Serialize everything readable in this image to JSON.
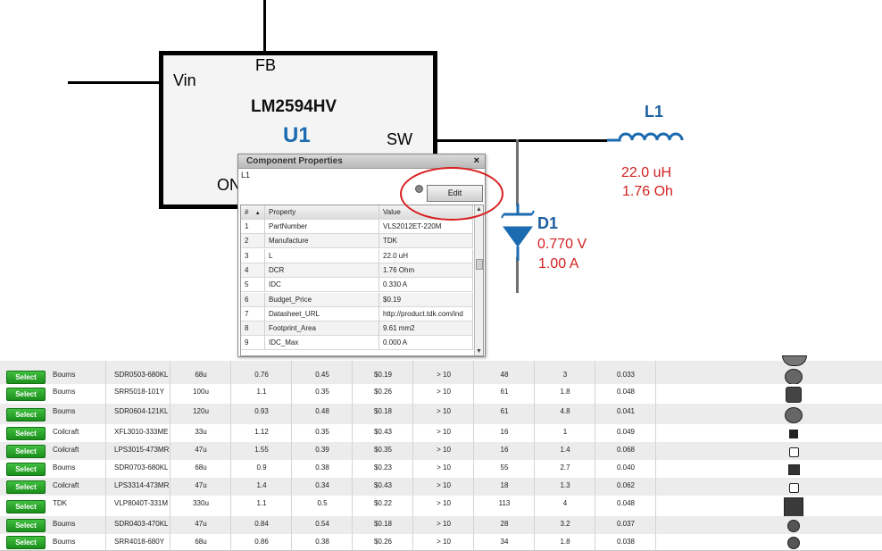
{
  "schematic": {
    "ic": {
      "part_number": "LM2594HV",
      "ref": "U1",
      "pins": {
        "vin": "Vin",
        "fb": "FB",
        "sw": "SW",
        "on": "ON"
      }
    },
    "inductor": {
      "ref": "L1",
      "value": "22.0 uH",
      "dcr": "1.76 Oh"
    },
    "diode": {
      "ref": "D1",
      "voltage": "0.770 V",
      "current": "1.00 A"
    },
    "colors": {
      "label_blue": "#1b6bb0",
      "value_red": "#d32020",
      "highlight": "#d92020"
    }
  },
  "dialog": {
    "title": "Component Properties",
    "close": "×",
    "subtitle": "L1",
    "edit_button": "Edit",
    "columns": {
      "num": "#",
      "sort": "▲",
      "property": "Property",
      "value": "Value"
    },
    "rows": [
      {
        "num": "1",
        "property": "PartNumber",
        "value": "VLS2012ET-220M"
      },
      {
        "num": "2",
        "property": "Manufacture",
        "value": "TDK"
      },
      {
        "num": "3",
        "property": "L",
        "value": "22.0 uH"
      },
      {
        "num": "4",
        "property": "DCR",
        "value": "1.76 Ohm"
      },
      {
        "num": "5",
        "property": "IDC",
        "value": "0.330 A"
      },
      {
        "num": "6",
        "property": "Budget_Price",
        "value": "$0.19"
      },
      {
        "num": "7",
        "property": "Datasheet_URL",
        "value": "http://product.tdk.com/ind"
      },
      {
        "num": "8",
        "property": "Footprint_Area",
        "value": "9.61 mm2"
      },
      {
        "num": "9",
        "property": "IDC_Max",
        "value": "0.000 A"
      }
    ]
  },
  "results": {
    "select_label": "Select",
    "rows": [
      {
        "mfr": "Bourns",
        "part": "SDR0503-680KL",
        "l": "68u",
        "c1": "0.76",
        "c2": "0.45",
        "price": "$0.19",
        "c3": "> 10",
        "c4": "48",
        "c5": "3",
        "c6": "0.033",
        "pkg": "round"
      },
      {
        "mfr": "Bourns",
        "part": "SRR5018-101Y",
        "l": "100u",
        "c1": "1.1",
        "c2": "0.35",
        "price": "$0.26",
        "c3": "> 10",
        "c4": "61",
        "c5": "1.8",
        "c6": "0.048",
        "pkg": "square"
      },
      {
        "mfr": "Bourns",
        "part": "SDR0604-121KL",
        "l": "120u",
        "c1": "0.93",
        "c2": "0.48",
        "price": "$0.18",
        "c3": "> 10",
        "c4": "61",
        "c5": "4.8",
        "c6": "0.041",
        "pkg": "round"
      },
      {
        "mfr": "Coilcraft",
        "part": "XFL3010-333ME",
        "l": "33u",
        "c1": "1.12",
        "c2": "0.35",
        "price": "$0.43",
        "c3": "> 10",
        "c4": "16",
        "c5": "1",
        "c6": "0.049",
        "pkg": "small"
      },
      {
        "mfr": "Coilcraft",
        "part": "LPS3015-473MR",
        "l": "47u",
        "c1": "1.55",
        "c2": "0.39",
        "price": "$0.35",
        "c3": "> 10",
        "c4": "16",
        "c5": "1.4",
        "c6": "0.068",
        "pkg": "outline"
      },
      {
        "mfr": "Bourns",
        "part": "SDR0703-680KL",
        "l": "68u",
        "c1": "0.9",
        "c2": "0.38",
        "price": "$0.23",
        "c3": "> 10",
        "c4": "55",
        "c5": "2.7",
        "c6": "0.040",
        "pkg": "tabbed"
      },
      {
        "mfr": "Coilcraft",
        "part": "LPS3314-473MR",
        "l": "47u",
        "c1": "1.4",
        "c2": "0.34",
        "price": "$0.43",
        "c3": "> 10",
        "c4": "18",
        "c5": "1.3",
        "c6": "0.062",
        "pkg": "outline"
      },
      {
        "mfr": "TDK",
        "part": "VLP8040T-331M",
        "l": "330u",
        "c1": "1.1",
        "c2": "0.5",
        "price": "$0.22",
        "c3": "> 10",
        "c4": "113",
        "c5": "4",
        "c6": "0.048",
        "pkg": "large"
      },
      {
        "mfr": "Bourns",
        "part": "SDR0403-470KL",
        "l": "47u",
        "c1": "0.84",
        "c2": "0.54",
        "price": "$0.18",
        "c3": "> 10",
        "c4": "28",
        "c5": "3.2",
        "c6": "0.037",
        "pkg": "round-sm"
      },
      {
        "mfr": "Bourns",
        "part": "SRR4018-680Y",
        "l": "68u",
        "c1": "0.86",
        "c2": "0.38",
        "price": "$0.26",
        "c3": "> 10",
        "c4": "34",
        "c5": "1.8",
        "c6": "0.038",
        "pkg": "round-sm"
      }
    ]
  }
}
